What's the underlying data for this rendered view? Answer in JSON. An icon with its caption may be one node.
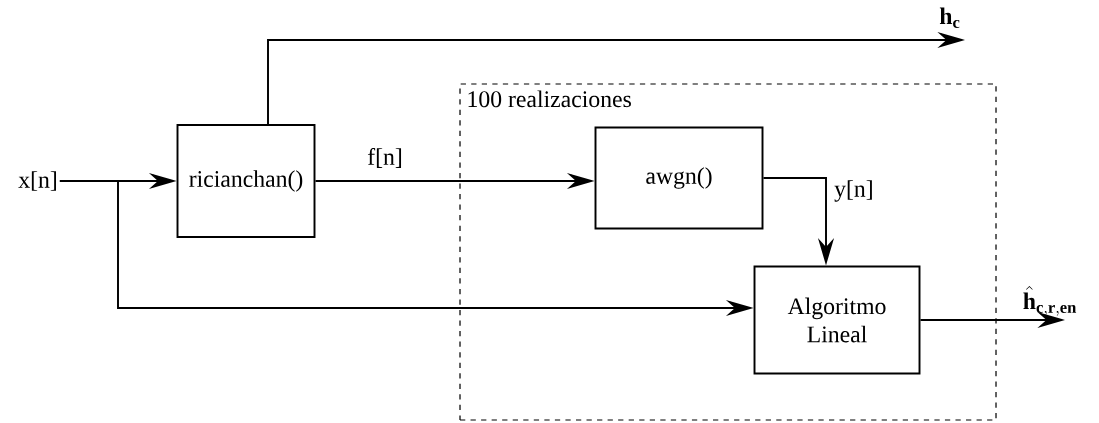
{
  "diagram": {
    "nodes": [
      {
        "text": [
          "x[n]"
        ]
      },
      {
        "text": [
          "ricianchan()"
        ]
      },
      {
        "text": [
          "100 realizaciones"
        ]
      },
      {
        "text": [
          "awgn()"
        ],
        "in": 2
      },
      {
        "text": [
          "Algoritmo Lineal"
        ],
        "in": 2
      }
    ],
    "edges": [
      {
        "from": 0,
        "to": 1,
        "arrow": "to"
      },
      {
        "from": 0,
        "to": 4,
        "arrow": "to"
      },
      {
        "from": 1,
        "to": null,
        "arrow": "to",
        "label": "\\mathbf{h}_{\\mathbf{c}}"
      },
      {
        "from": 1,
        "to": 3,
        "arrow": "to",
        "label": "f[n]"
      },
      {
        "from": 3,
        "to": 4,
        "arrow": "to",
        "label": "y[n]"
      },
      {
        "from": 4,
        "to": null,
        "arrow": "to",
        "label": "\\hat{\\mathbf{h}}_{\\mathbf{c},\\mathbf{r},\\mathbf{en}}"
      }
    ]
  }
}
